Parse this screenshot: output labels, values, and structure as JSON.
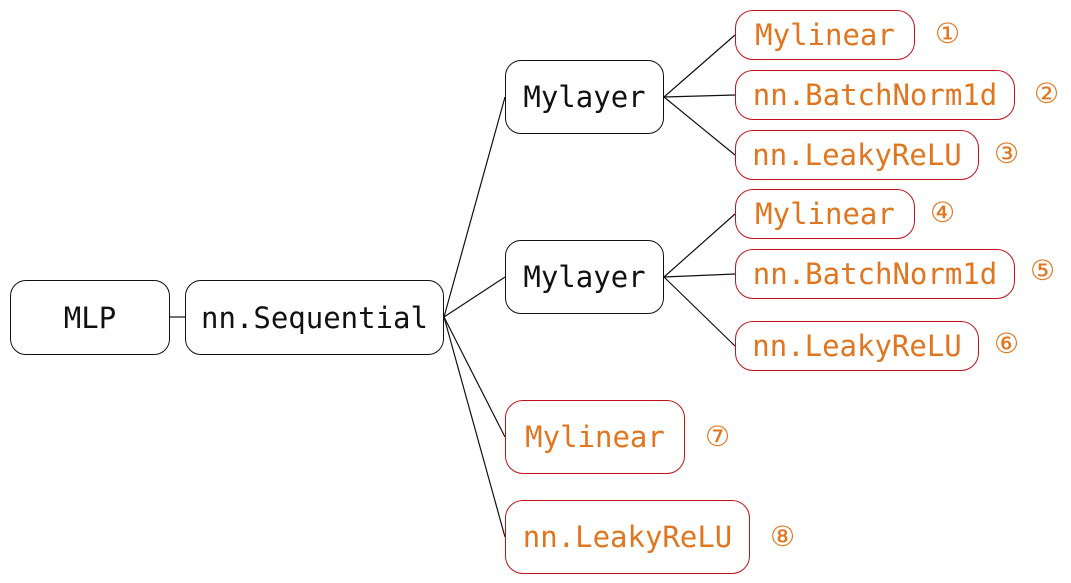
{
  "root": {
    "label": "MLP"
  },
  "sequential": {
    "label": "nn.Sequential"
  },
  "layer1": {
    "label": "Mylayer",
    "children": [
      {
        "label": "Mylinear",
        "index": "①"
      },
      {
        "label": "nn.BatchNorm1d",
        "index": "②"
      },
      {
        "label": "nn.LeakyReLU",
        "index": "③"
      }
    ]
  },
  "layer2": {
    "label": "Mylayer",
    "children": [
      {
        "label": "Mylinear",
        "index": "④"
      },
      {
        "label": "nn.BatchNorm1d",
        "index": "⑤"
      },
      {
        "label": "nn.LeakyReLU",
        "index": "⑥"
      }
    ]
  },
  "direct": [
    {
      "label": "Mylinear",
      "index": "⑦"
    },
    {
      "label": "nn.LeakyReLU",
      "index": "⑧"
    }
  ],
  "colors": {
    "leaf_border": "#c0121b",
    "leaf_text": "#e07620",
    "node_border": "#111111"
  }
}
